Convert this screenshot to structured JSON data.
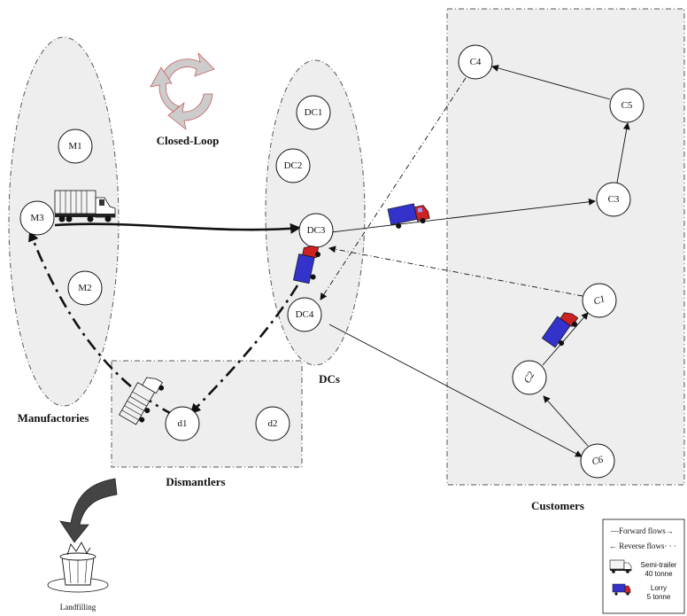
{
  "groups": {
    "manufactories": "Manufactories",
    "dcs": "DCs",
    "customers": "Customers",
    "dismantlers": "Dismantlers"
  },
  "closed_loop": "Closed-Loop",
  "landfilling": "Landfilling",
  "nodes": {
    "m1": "M1",
    "m2": "M2",
    "m3": "M3",
    "dc1": "DC1",
    "dc2": "DC2",
    "dc3": "DC3",
    "dc4": "DC4",
    "c1": "C1",
    "c2": "C2",
    "c3": "C3",
    "c4": "C4",
    "c5": "C5",
    "c6": "C6",
    "d1": "d1",
    "d2": "d2"
  },
  "legend": {
    "forward": "—Forward flows→",
    "reverse": "← Reverse flows· · ·",
    "semi_trailer_name": "Semi-trailer",
    "semi_trailer_weight": "40 tonne",
    "lorry_name": "Lorry",
    "lorry_weight": "5 tonne"
  },
  "colors": {
    "group_fill": "#eeeeee",
    "lorry_blue": "#3333cc",
    "lorry_red": "#cc2222",
    "recycle_gray": "#cccccc",
    "arrow_dark": "#444444"
  }
}
